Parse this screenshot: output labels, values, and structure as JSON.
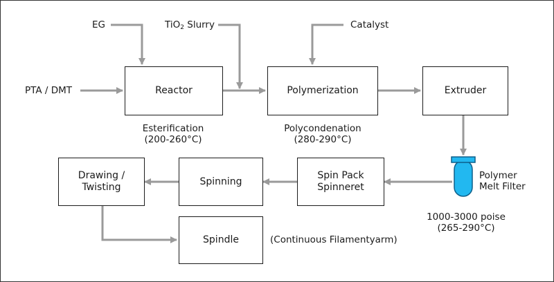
{
  "inputs": {
    "eg": "EG",
    "tio2_main": "TiO",
    "tio2_sub": "2",
    "tio2_rest": " Slurry",
    "catalyst": "Catalyst",
    "pta_dmt": "PTA / DMT"
  },
  "boxes": {
    "reactor": "Reactor",
    "polymerization": "Polymerization",
    "extruder": "Extruder",
    "spin_pack": "Spin Pack\nSpinneret",
    "spinning": "Spinning",
    "drawing": "Drawing /\nTwisting",
    "spindle": "Spindle"
  },
  "notes": {
    "esterification": "Esterification\n(200-260°C)",
    "polycondensation": "Polycondenation\n(280-290°C)",
    "filter_name": "Polymer\nMelt Filter",
    "filter_spec": "1000-3000 poise\n(265-290°C)",
    "spindle_note": "(Continuous Filamentyarm)"
  },
  "colors": {
    "arrow": "#9a9a9a",
    "box_border": "#1a1a1a",
    "filter_fill": "#22b8f0",
    "filter_stroke": "#0d5f8a"
  }
}
